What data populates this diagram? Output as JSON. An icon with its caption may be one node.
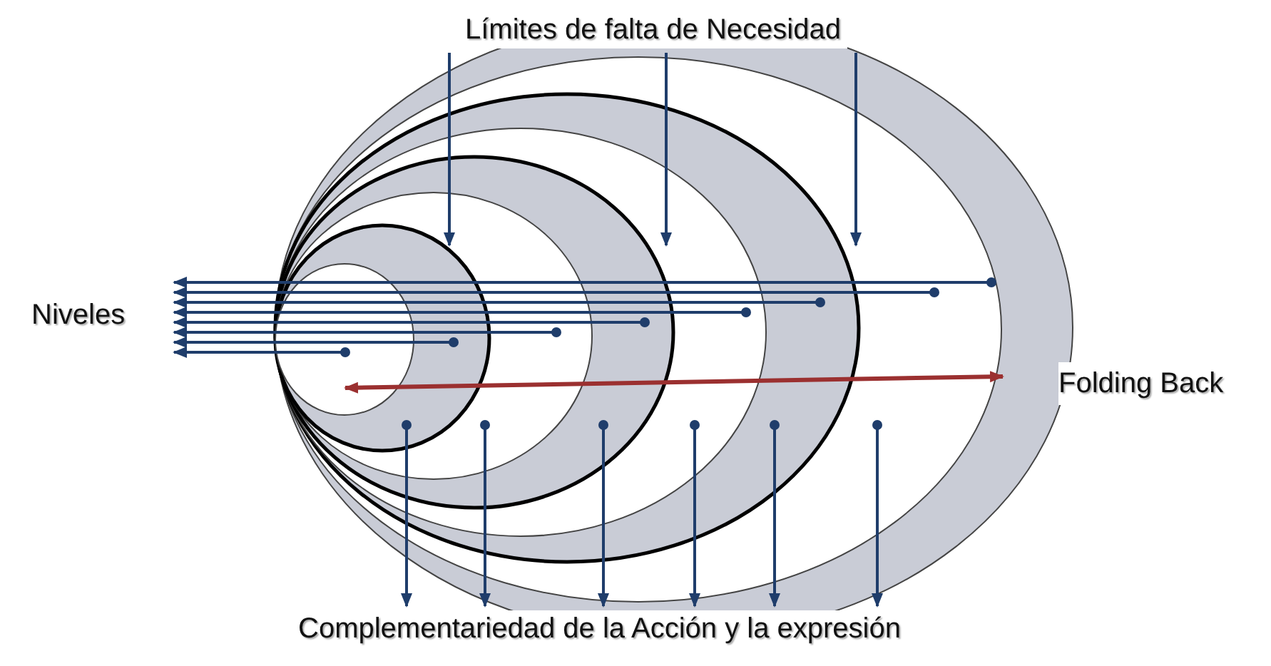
{
  "diagram": {
    "nodes": [
      {
        "text": [
          "Límites de falta de Necesidad"
        ]
      },
      {
        "text": [
          "Niveles"
        ]
      },
      {
        "text": [
          "Complementariedad de la Acción y la expresión"
        ]
      }
    ],
    "edges": [
      {
        "from": 0,
        "to": null,
        "arrow": "to"
      },
      {
        "from": 0,
        "to": null,
        "arrow": "to"
      },
      {
        "from": 0,
        "to": null,
        "arrow": "to"
      },
      {
        "from": null,
        "to": 1,
        "arrow": "to"
      },
      {
        "from": null,
        "to": 1,
        "arrow": "to"
      },
      {
        "from": null,
        "to": 1,
        "arrow": "to"
      },
      {
        "from": null,
        "to": 1,
        "arrow": "to"
      },
      {
        "from": null,
        "to": 1,
        "arrow": "to"
      },
      {
        "from": null,
        "to": 1,
        "arrow": "to"
      },
      {
        "from": null,
        "to": 1,
        "arrow": "to"
      },
      {
        "from": null,
        "to": 1,
        "arrow": "to"
      },
      {
        "from": null,
        "to": 2,
        "arrow": "to"
      },
      {
        "from": null,
        "to": 2,
        "arrow": "to"
      },
      {
        "from": null,
        "to": 2,
        "arrow": "to"
      },
      {
        "from": null,
        "to": 2,
        "arrow": "to"
      },
      {
        "from": null,
        "to": 2,
        "arrow": "to"
      },
      {
        "from": null,
        "to": 2,
        "arrow": "to"
      }
    ],
    "labels": [
      "Folding Back"
    ]
  }
}
